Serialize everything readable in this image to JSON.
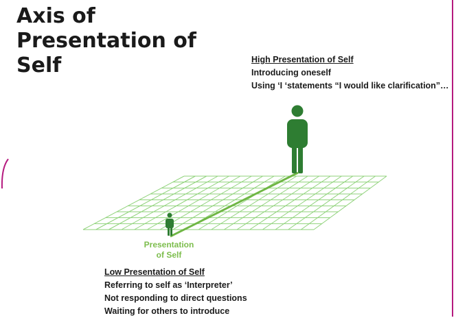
{
  "title": {
    "line1": "Axis of",
    "line2": "Presentation of",
    "line3": "Self"
  },
  "high": {
    "heading": "High Presentation of Self",
    "lines": [
      "Introducing oneself",
      "Using ‘I ‘statements “I would like clarification”…"
    ]
  },
  "low": {
    "heading": "Low Presentation of Self",
    "lines": [
      "Referring to self as ‘Interpreter’",
      "Not responding to direct questions",
      "Waiting for others to introduce"
    ]
  },
  "axis_label": {
    "line1": "Presentation",
    "line2": "of Self"
  },
  "colors": {
    "figure_green": "#2e7d32",
    "axis_green": "#6fb644",
    "grid_green": "#8fd27a",
    "border_magenta": "#b5197e"
  },
  "icons": [
    "person-icon-large",
    "person-icon-small"
  ]
}
